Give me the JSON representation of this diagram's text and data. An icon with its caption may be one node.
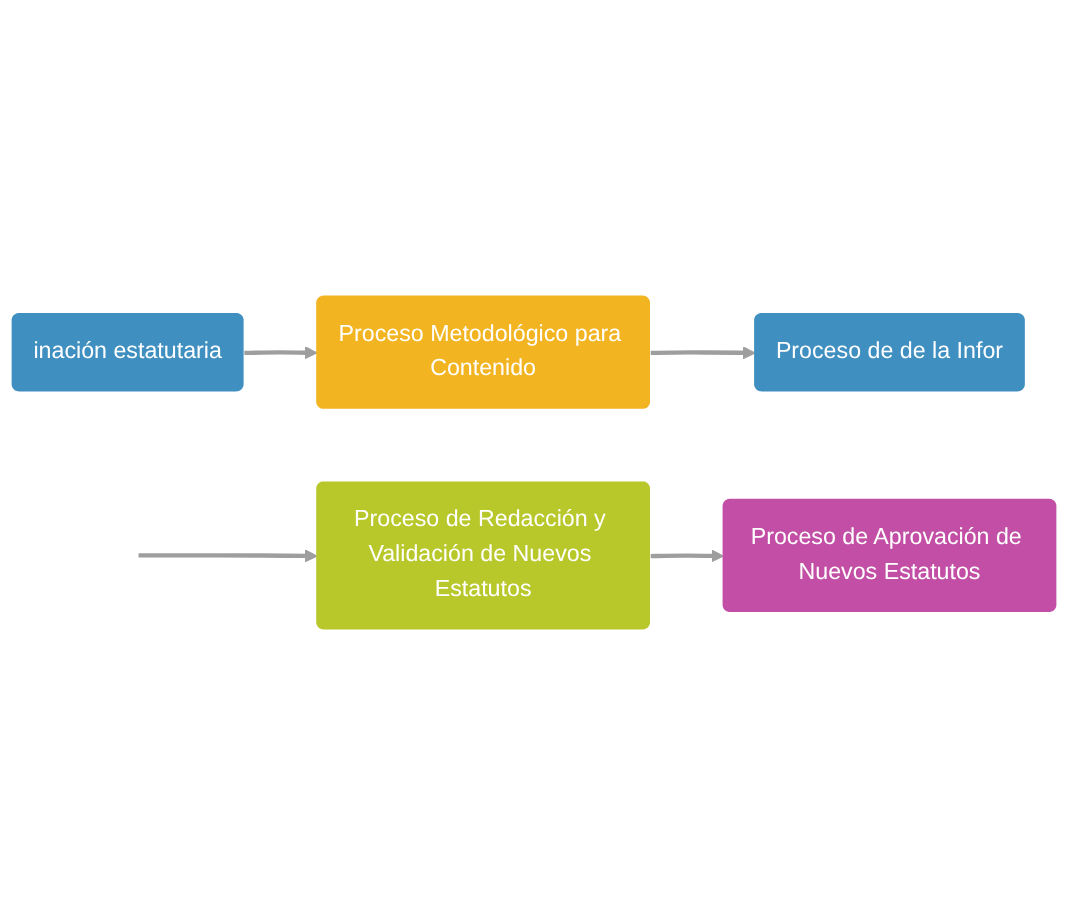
{
  "diagram": {
    "nodes": [
      {
        "text": [
          "inación estatutaria"
        ]
      },
      {
        "text": [
          "Proceso Metodológico para Contenido"
        ]
      },
      {
        "text": [
          "Proceso de de la Infor"
        ]
      },
      {
        "text": [
          "Proceso de Redacción y Validación de Nuevos Estatutos"
        ]
      },
      {
        "text": [
          "Proceso de Aprovación de Nuevos Estatutos"
        ]
      }
    ],
    "edges": [
      {
        "from": 0,
        "to": 1,
        "arrow": "to"
      },
      {
        "from": 1,
        "to": 2,
        "arrow": "to"
      },
      {
        "from": null,
        "to": 3,
        "arrow": "to"
      },
      {
        "from": 3,
        "to": 4,
        "arrow": "to"
      }
    ]
  }
}
